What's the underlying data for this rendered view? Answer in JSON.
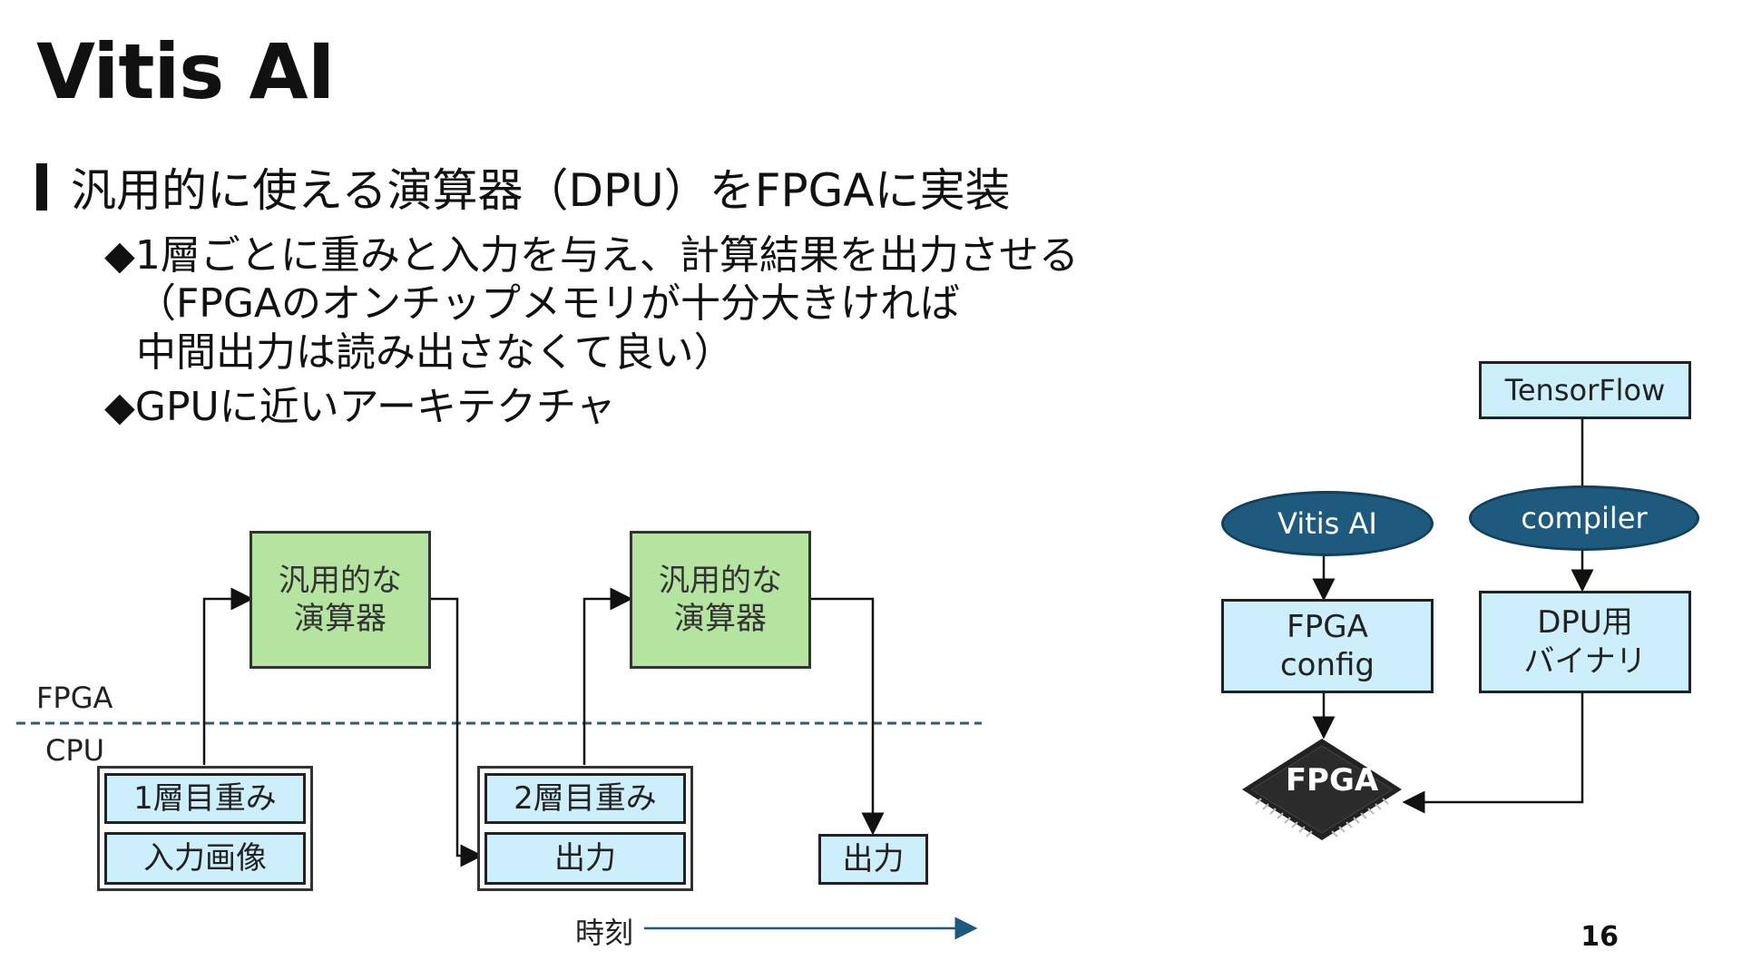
{
  "slide": {
    "title": "Vitis AI",
    "heading": "汎用的に使える演算器（DPU）をFPGAに実装",
    "bullets": [
      {
        "marker": "◆",
        "lines": [
          "1層ごとに重みと入力を与え、計算結果を出力させる",
          "（FPGAのオンチップメモリが十分大きければ",
          "中間出力は読み出さなくて良い）"
        ]
      },
      {
        "marker": "◆",
        "lines": [
          "GPUに近いアーキテクチャ"
        ]
      }
    ],
    "page_number": "16"
  },
  "timeline": {
    "fpga_label": "FPGA",
    "cpu_label": "CPU",
    "unit1": "汎用的な\n演算器",
    "unit2": "汎用的な\n演算器",
    "group1": [
      "1層目重み",
      "入力画像"
    ],
    "group2": [
      "2層目重み",
      "出力"
    ],
    "final_output": "出力",
    "time_label": "時刻"
  },
  "toolflow": {
    "tensorflow": "TensorFlow",
    "vitis_ai": "Vitis AI",
    "compiler": "compiler",
    "fpga_config": "FPGA\nconfig",
    "dpu_binary": "DPU用\nバイナリ",
    "chip_label": "FPGA"
  },
  "colors": {
    "unit_fill": "#b4e4a0",
    "box_fill": "#cdeefb",
    "ellipse_fill": "#1d5a7e",
    "divider": "#2c5f7c"
  }
}
